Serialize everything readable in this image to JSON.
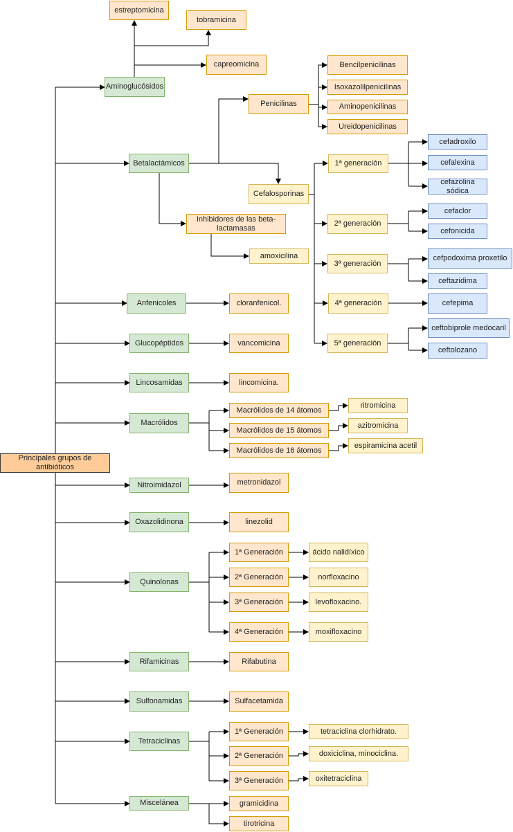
{
  "diagram": {
    "root": "Principales grupos de antibióticos",
    "nodes": {
      "estreptomicina": "estreptomicina",
      "tobramicina": "tobramicina",
      "capreomicina": "capreomicina",
      "aminoglucosidos": "Aminoglucósidos",
      "bencilpenicilinas": "Bencilpenicilinas",
      "isoxazolilpenicilinas": "Isoxazolilpenicilinas",
      "aminopenicilinas": "Aminopenicilinas",
      "ureidopenicilinas": "Ureidopenicilinas",
      "penicilinas": "Penicilinas",
      "betalactamicos": "Betalactámicos",
      "cefalosporinas": "Cefalosporinas",
      "inhibidores": "Inhibidores de las beta-lactamasas",
      "amoxicilina": "amoxicilina",
      "gen1": "1ª generación",
      "gen2": "2ª generación",
      "gen3": "3ª generación",
      "gen4": "4ª generación",
      "gen5": "5ª generación",
      "cefadroxilo": "cefadroxilo",
      "cefalexina": "cefalexina",
      "cefazolina": "cefazolina sódica",
      "cefaclor": "cefaclor",
      "cefonicida": "cefonicida",
      "cefpodoxima": "cefpodoxima proxetilo",
      "ceftazidima": "ceftazidima",
      "cefepima": "cefepima",
      "ceftobiprole": "ceftobiprole medocaril",
      "ceftolozano": "ceftolozano",
      "anfenicoles": "Anfenicoles",
      "cloranfenicol": "cloranfenicol.",
      "glucopeptidos": "Glucopéptidos",
      "vancomicina": "vancomicina",
      "lincosamidas": "Lincosamidas",
      "lincomicina": "lincomicina.",
      "macrolidos": "Macrólidos",
      "macro14": "Macrólidos de 14 átomos",
      "macro15": "Macrólidos de 15 átomos",
      "macro16": "Macrólidos de 16 átomos",
      "ritromicina": "ritromicina",
      "azitromicina": "azitromicina",
      "espiramicina": "espiramicina acetil",
      "nitroimidazol": "Nitroimidazol",
      "metronidazol": "metronidazol",
      "oxazolidinona": "Oxazolidinona",
      "linezolid": "linezolid",
      "quinolonas": "Quinolonas",
      "q1": "1ª Generación",
      "q2": "2ª Generación",
      "q3": "3ª Generación",
      "q4": "4ª Generación",
      "nalidixico": "ácido nalidíxico",
      "norfloxacino": "norfloxacino",
      "levofloxacino": "levofloxacino.",
      "moxifloxacino": "moxifloxacino",
      "rifamicinas": "Rifamicinas",
      "rifabutina": "Rifabutina",
      "sulfonamidas": "Sulfonamidas",
      "sulfacetamida": "Sulfacetamida",
      "tetraciclinas": "Tetraciclinas",
      "t1": "1ª Generación",
      "t2": "2ª Generación",
      "t3": "3ª Generación",
      "tetraciclina": "tetraciclina clorhidrato.",
      "doxiciclina": "doxiciclina, minociclina.",
      "oxitetraciclina": "oxitetraciclina",
      "miscelanea": "Miscelánea",
      "gramicidina": "gramicidina",
      "tirotricina": "tirotricina"
    }
  }
}
